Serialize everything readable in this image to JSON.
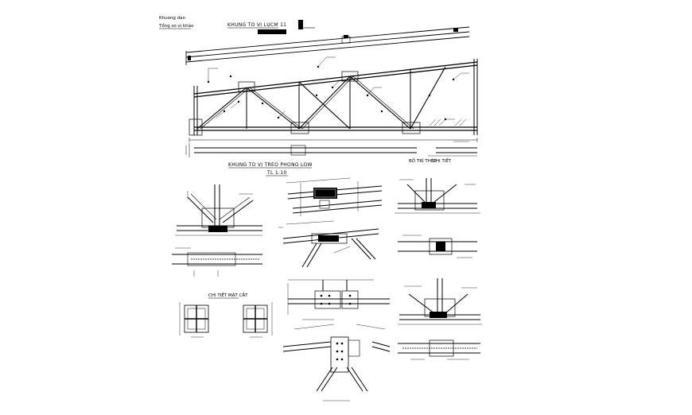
{
  "sheet": {
    "corner_note": [
      "Khuong dan",
      "Tổng so vị khảo"
    ],
    "elevation_title": "KHUNG TO VỊ LỤCM 11",
    "plan_title": "KHUNG TO VỊ TREO PHONG LOW",
    "scale": "TL 1:10",
    "plan_notes": [
      "BỐ TRÍ THÉP",
      "CHI TIẾT"
    ],
    "section_label": "CHI TIẾT MẶT CẮT"
  }
}
